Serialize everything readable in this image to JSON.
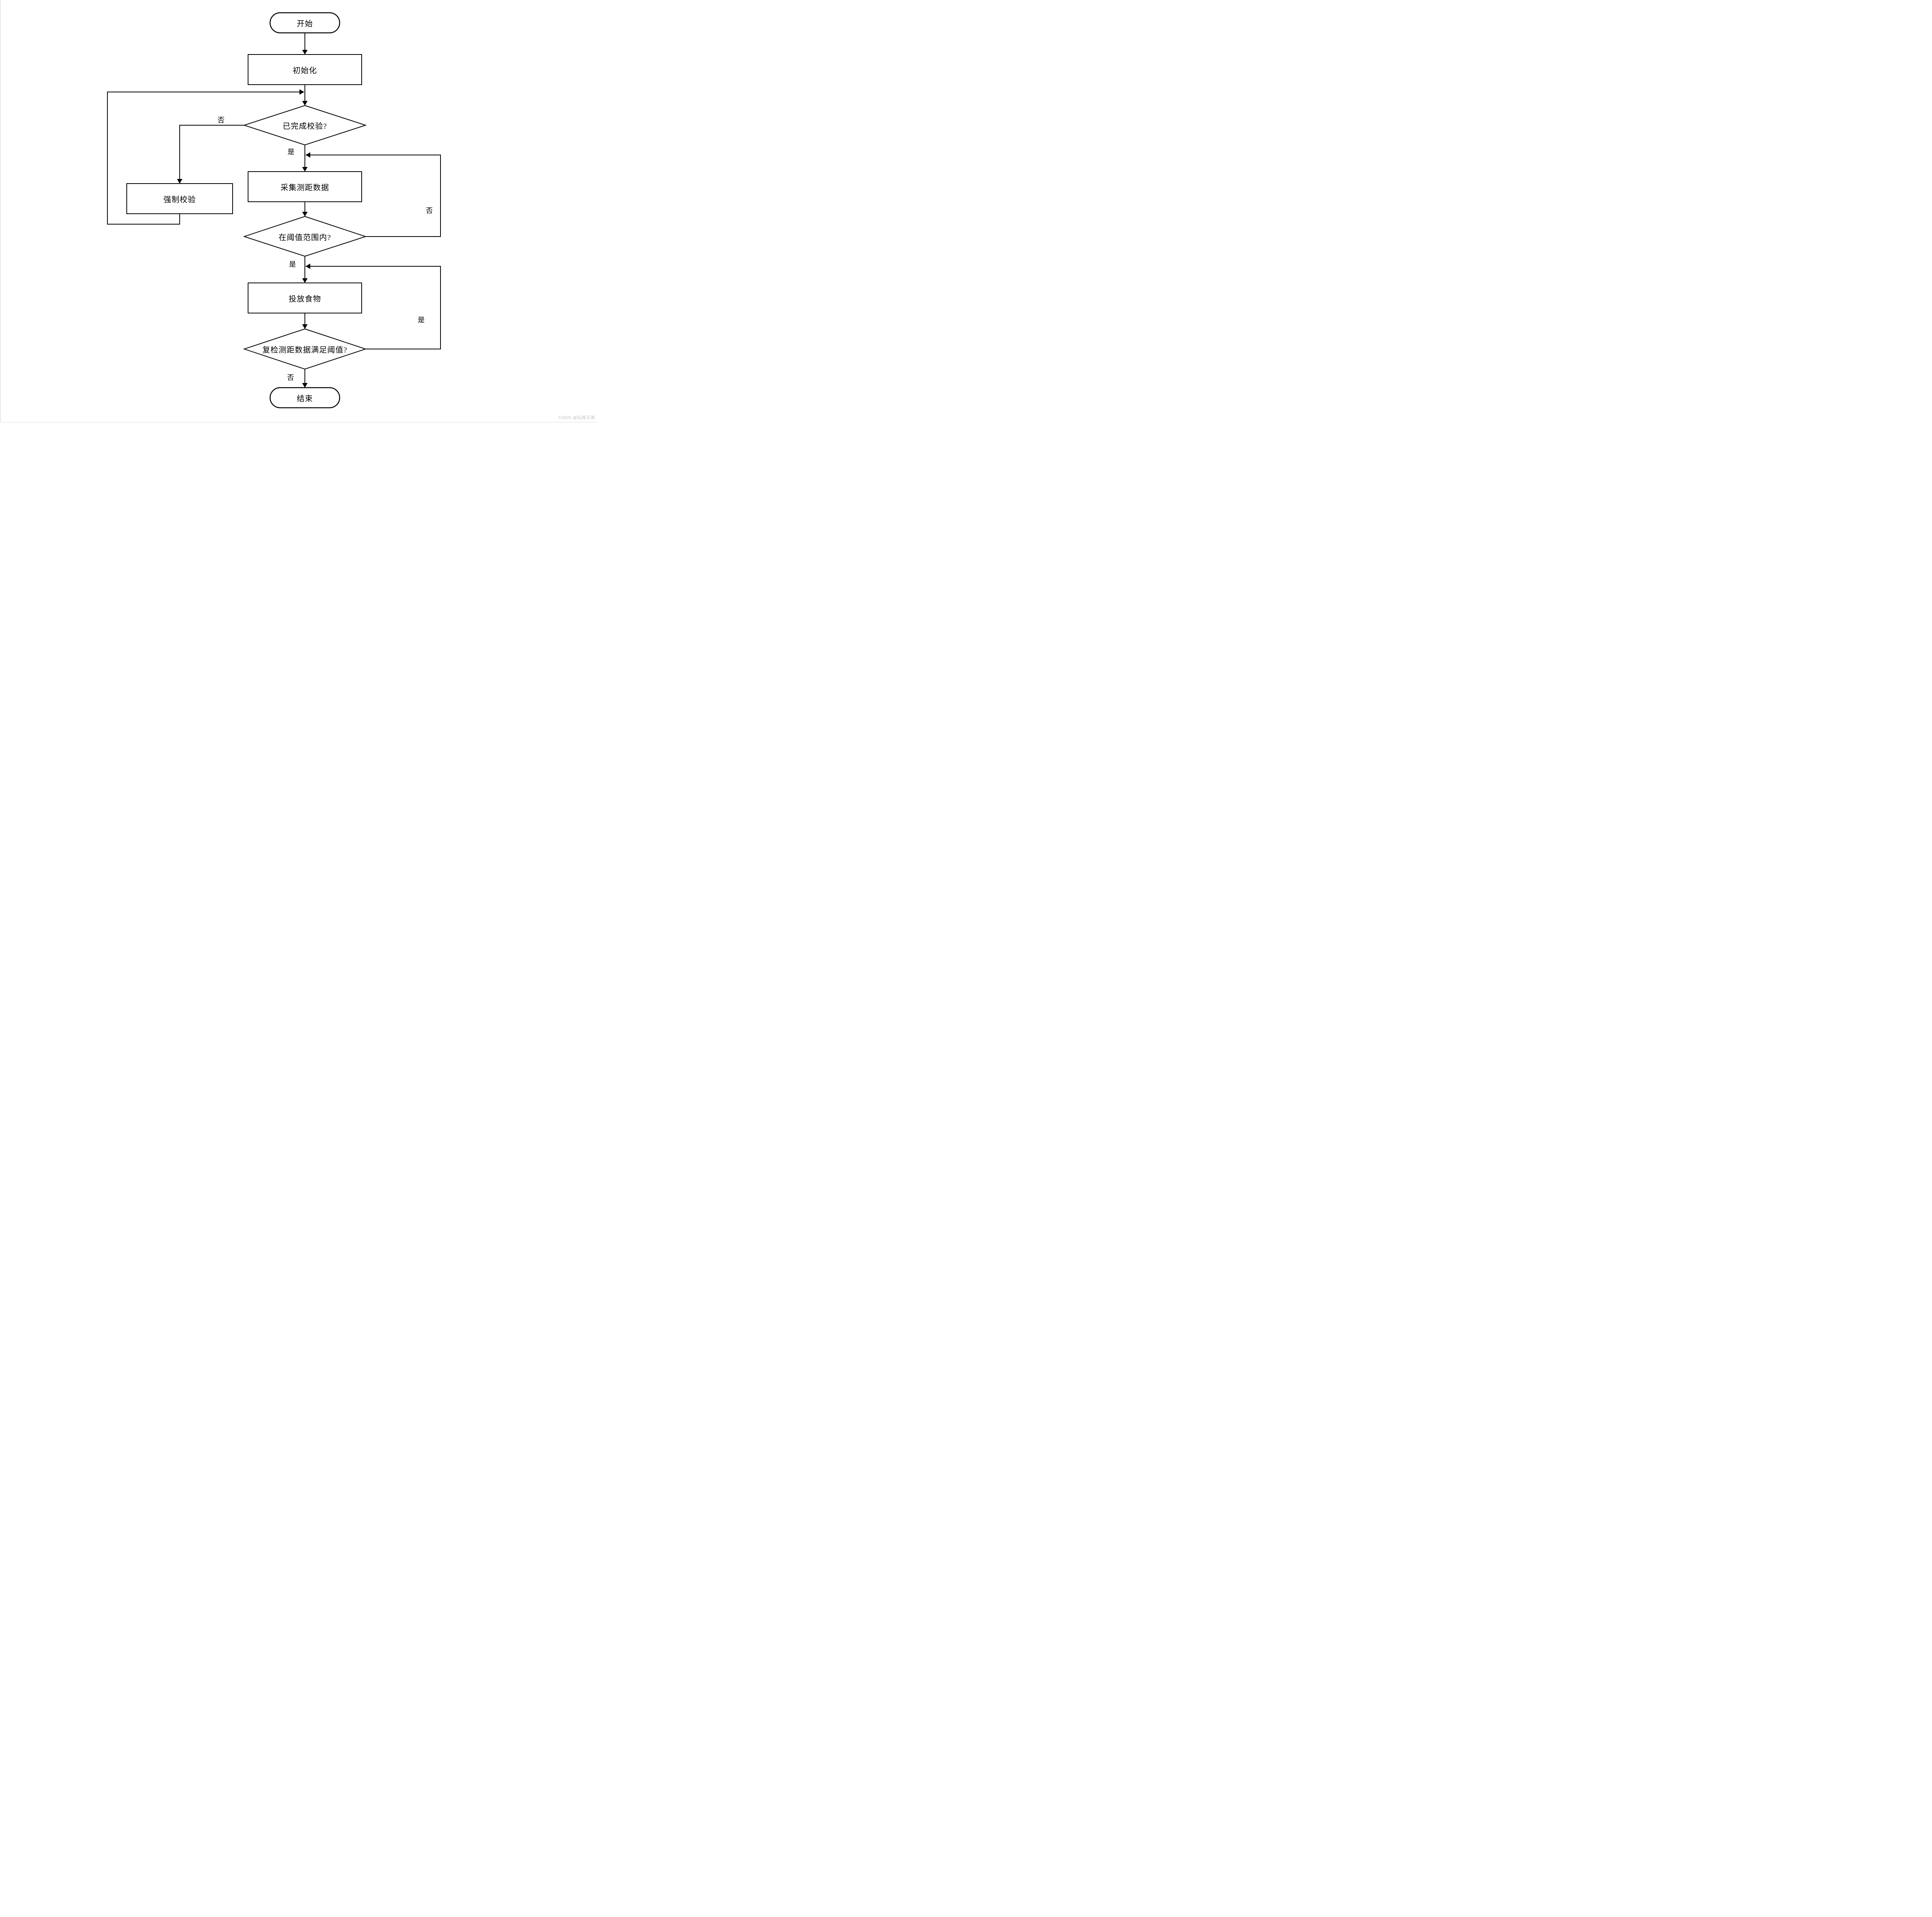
{
  "page": {
    "background_color": "#ffffff",
    "left_edge_color": "#c9c9c9",
    "bottom_edge_color": "#dedede"
  },
  "flowchart": {
    "stroke_color": "#000000",
    "text_color": "#000000",
    "nodes": {
      "start": {
        "type": "terminator",
        "label": "开始"
      },
      "initialize": {
        "type": "process",
        "label": "初始化"
      },
      "calibration_done": {
        "type": "decision",
        "label": "已完成校验?"
      },
      "force_calibration": {
        "type": "process",
        "label": "强制校验"
      },
      "collect_ranging_data": {
        "type": "process",
        "label": "采集测距数据"
      },
      "within_threshold": {
        "type": "decision",
        "label": "在阈值范围内?"
      },
      "dispense_food": {
        "type": "process",
        "label": "投放食物"
      },
      "recheck_threshold": {
        "type": "decision",
        "label": "复检测距数据满足阈值?"
      },
      "end": {
        "type": "terminator",
        "label": "结束"
      }
    },
    "edge_labels": {
      "calibration_done_no": "否",
      "calibration_done_yes": "是",
      "within_threshold_no": "否",
      "within_threshold_yes": "是",
      "recheck_threshold_yes": "是",
      "recheck_threshold_no": "否"
    }
  },
  "watermark": {
    "text": "CSDN @玩库子弟",
    "color": "#c6c1be"
  }
}
